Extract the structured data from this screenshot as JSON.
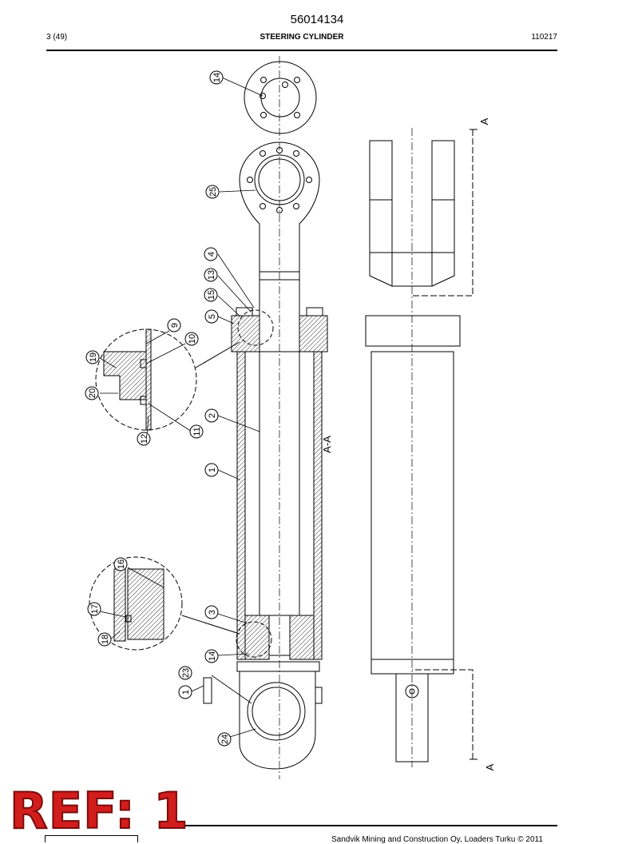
{
  "header": {
    "document_number": "56014134",
    "page": "3 (49)",
    "title": "STEERING CYLINDER",
    "code": "110217"
  },
  "drawing": {
    "section_label": "A-A",
    "section_markers": [
      "A",
      "A"
    ],
    "callouts": [
      "14",
      "25",
      "4",
      "13",
      "15",
      "5",
      "9",
      "10",
      "19",
      "20",
      "12",
      "11",
      "2",
      "1",
      "16",
      "17",
      "18",
      "3",
      "14",
      "23",
      "1",
      "24"
    ]
  },
  "ref_mark": "REF: 1",
  "footer": {
    "copyright": "Sandvik Mining and Construction Oy, Loaders Turku © 2011"
  }
}
